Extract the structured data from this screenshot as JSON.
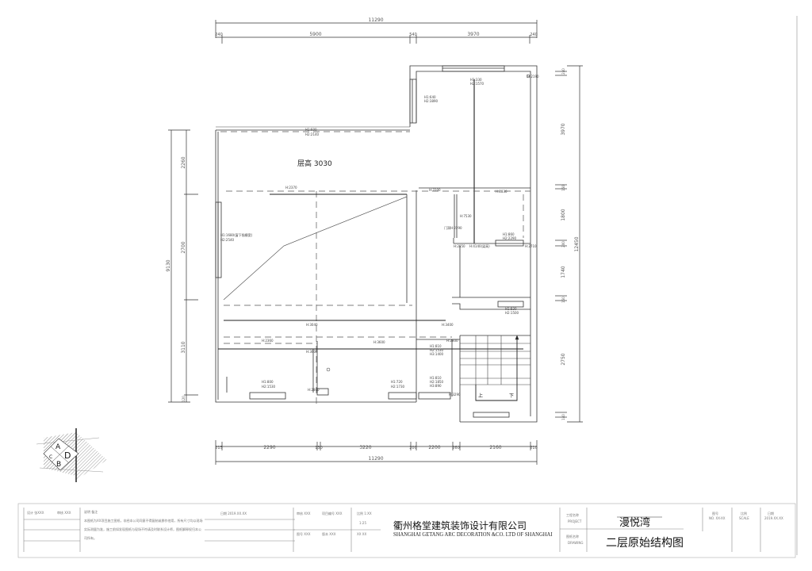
{
  "drawing": {
    "floor_height_label": "层高 3030",
    "dimensions": {
      "top_total": "11290",
      "top_segments": [
        "240",
        "5900",
        "540",
        "3970",
        "240"
      ],
      "bottom_total": "11290",
      "bottom_segments": [
        "215",
        "2290",
        "130",
        "3220",
        "200",
        "2200",
        "260",
        "2160",
        "210"
      ],
      "left_total": "9130",
      "left_segments": [
        "2260",
        "2700",
        "3110",
        "120"
      ],
      "right_total": "12450",
      "right_segments": [
        "240",
        "3970",
        "150",
        "1800",
        "200",
        "1740",
        "150",
        "2750",
        "140"
      ]
    },
    "annotations": [
      {
        "id": "a1",
        "text": "H1:640",
        "text2": "H2:3890"
      },
      {
        "id": "a2",
        "text": "H1:330",
        "text2": "H2:1570"
      },
      {
        "id": "a3",
        "text": "H:2190"
      },
      {
        "id": "a4",
        "text": "H1:600",
        "text2": "H2:2140"
      },
      {
        "id": "a5",
        "text": "H1:1680(窗下指栅宽)",
        "text2": "H2:2540"
      },
      {
        "id": "a6",
        "text": "H:2370"
      },
      {
        "id": "a7",
        "text": "H:3100"
      },
      {
        "id": "a8",
        "text": "H:2830"
      },
      {
        "id": "a9",
        "text": "H:7530"
      },
      {
        "id": "a10",
        "text": "门洞H:2290"
      },
      {
        "id": "a11",
        "text": "H1:860",
        "text2": "H2:2290"
      },
      {
        "id": "a12",
        "text": "H:2850"
      },
      {
        "id": "a13",
        "text": "H:4140(梁高)"
      },
      {
        "id": "a14",
        "text": "H:2710"
      },
      {
        "id": "a15",
        "text": "H1:830",
        "text2": "H2:1500"
      },
      {
        "id": "a16",
        "text": "H:3040"
      },
      {
        "id": "a17",
        "text": "H:3400"
      },
      {
        "id": "a18",
        "text": "H:2360"
      },
      {
        "id": "a19",
        "text": "H:3600"
      },
      {
        "id": "a20",
        "text": "H:2800"
      },
      {
        "id": "a21",
        "text": "H:3600"
      },
      {
        "id": "a22",
        "text": "H1:810",
        "text2": "H2:1530",
        "text3": "H3:1400"
      },
      {
        "id": "a23",
        "text": "H1:800",
        "text2": "H2:1530"
      },
      {
        "id": "a24",
        "text": "H:2800"
      },
      {
        "id": "a25",
        "text": "H1:720",
        "text2": "H2:1730"
      },
      {
        "id": "a26",
        "text": "H1:810",
        "text2": "H2:1850",
        "text3": "H3:890"
      },
      {
        "id": "a27",
        "text": "H:3290"
      }
    ],
    "stair_labels": {
      "up": "上",
      "down": "下"
    }
  },
  "compass": {
    "labels": [
      "A",
      "B",
      "C",
      "D"
    ]
  },
  "title_block": {
    "col1": {
      "row1_a": "设计 张XXX",
      "row1_b": "审核 XXX"
    },
    "notes_title": "说明 备注",
    "notes": "本图纸为XX项目施工图纸，非经本公司同意不得复制或挪作他用，所有尺寸均以现场实际测量为准，施工前如发现图纸与现场不符请及时联系设计师，图纸解释权归本公司所有。",
    "col3": {
      "row1": "日期 2019.XX.XX"
    },
    "col4": {
      "r1a": "审核 XXX",
      "r1b": "项目编号 XXX",
      "r2a": "图号 XXX",
      "r2b": "版本 XXX"
    },
    "col5": {
      "r1": "比例 1:XX",
      "r2": "1:25",
      "r3": "XX XX"
    },
    "company_cn": "衢州格堂建筑装饰设计有限公司",
    "company_en": "SHANGHAI GETANG ARC DECORATION  &CO. LTD OF SHANGHAI",
    "project_label_a": "工程名称",
    "project_label_b": "PROJECT",
    "project_name": "漫悦湾",
    "drawing_label_a": "图纸名称",
    "drawing_label_b": "DRAWING",
    "drawing_name": "二层原始结构图",
    "right_cells": [
      {
        "a": "图号",
        "b": "NO. XX-XX"
      },
      {
        "a": "比例",
        "b": "SCALE"
      },
      {
        "a": "日期",
        "b": "2019.XX.XX"
      }
    ]
  }
}
